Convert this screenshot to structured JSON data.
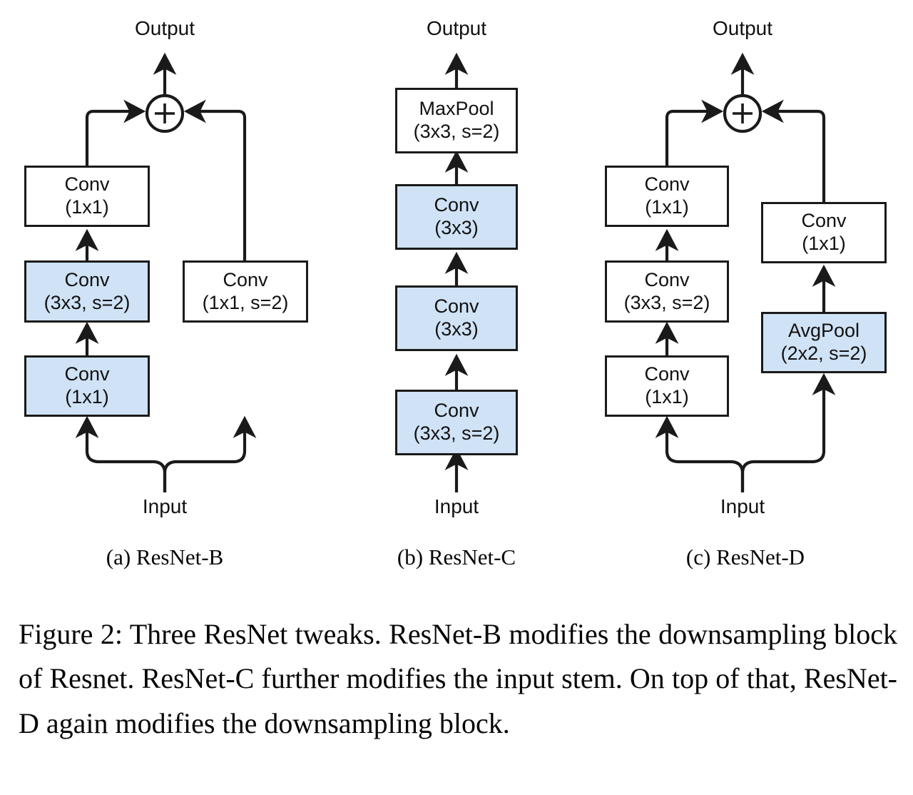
{
  "figure": {
    "caption": "Figure 2: Three ResNet tweaks. ResNet-B modifies the downsampling block of Resnet. ResNet-C further modifies the input stem. On top of that, ResNet-D again modifies the downsampling block.",
    "colors": {
      "highlight_fill": "#cfe2f6",
      "plain_fill": "#ffffff",
      "stroke": "#1a1a1a"
    }
  },
  "diagram_data": {
    "type": "diagram",
    "title": "Three ResNet tweaks",
    "panels": [
      {
        "id": "a",
        "caption": "(a) ResNet-B",
        "input_label": "Input",
        "output_label": "Output",
        "merge_op": "+",
        "branches": [
          {
            "name": "main-path",
            "nodes": [
              {
                "l1": "Conv",
                "l2": "(1x1)",
                "highlighted": true
              },
              {
                "l1": "Conv",
                "l2": "(3x3, s=2)",
                "highlighted": true
              },
              {
                "l1": "Conv",
                "l2": "(1x1)",
                "highlighted": false
              }
            ]
          },
          {
            "name": "shortcut-path",
            "nodes": [
              {
                "l1": "Conv",
                "l2": "(1x1, s=2)",
                "highlighted": false
              }
            ]
          }
        ]
      },
      {
        "id": "b",
        "caption": "(b) ResNet-C",
        "input_label": "Input",
        "output_label": "Output",
        "merge_op": null,
        "branches": [
          {
            "name": "stem-path",
            "nodes": [
              {
                "l1": "Conv",
                "l2": "(3x3, s=2)",
                "highlighted": true
              },
              {
                "l1": "Conv",
                "l2": "(3x3)",
                "highlighted": true
              },
              {
                "l1": "Conv",
                "l2": "(3x3)",
                "highlighted": true
              },
              {
                "l1": "MaxPool",
                "l2": "(3x3, s=2)",
                "highlighted": false
              }
            ]
          }
        ]
      },
      {
        "id": "c",
        "caption": "(c) ResNet-D",
        "input_label": "Input",
        "output_label": "Output",
        "merge_op": "+",
        "branches": [
          {
            "name": "main-path",
            "nodes": [
              {
                "l1": "Conv",
                "l2": "(1x1)",
                "highlighted": false
              },
              {
                "l1": "Conv",
                "l2": "(3x3, s=2)",
                "highlighted": false
              },
              {
                "l1": "Conv",
                "l2": "(1x1)",
                "highlighted": false
              }
            ]
          },
          {
            "name": "shortcut-path",
            "nodes": [
              {
                "l1": "AvgPool",
                "l2": "(2x2, s=2)",
                "highlighted": true
              },
              {
                "l1": "Conv",
                "l2": "(1x1)",
                "highlighted": false
              }
            ]
          }
        ]
      }
    ]
  }
}
